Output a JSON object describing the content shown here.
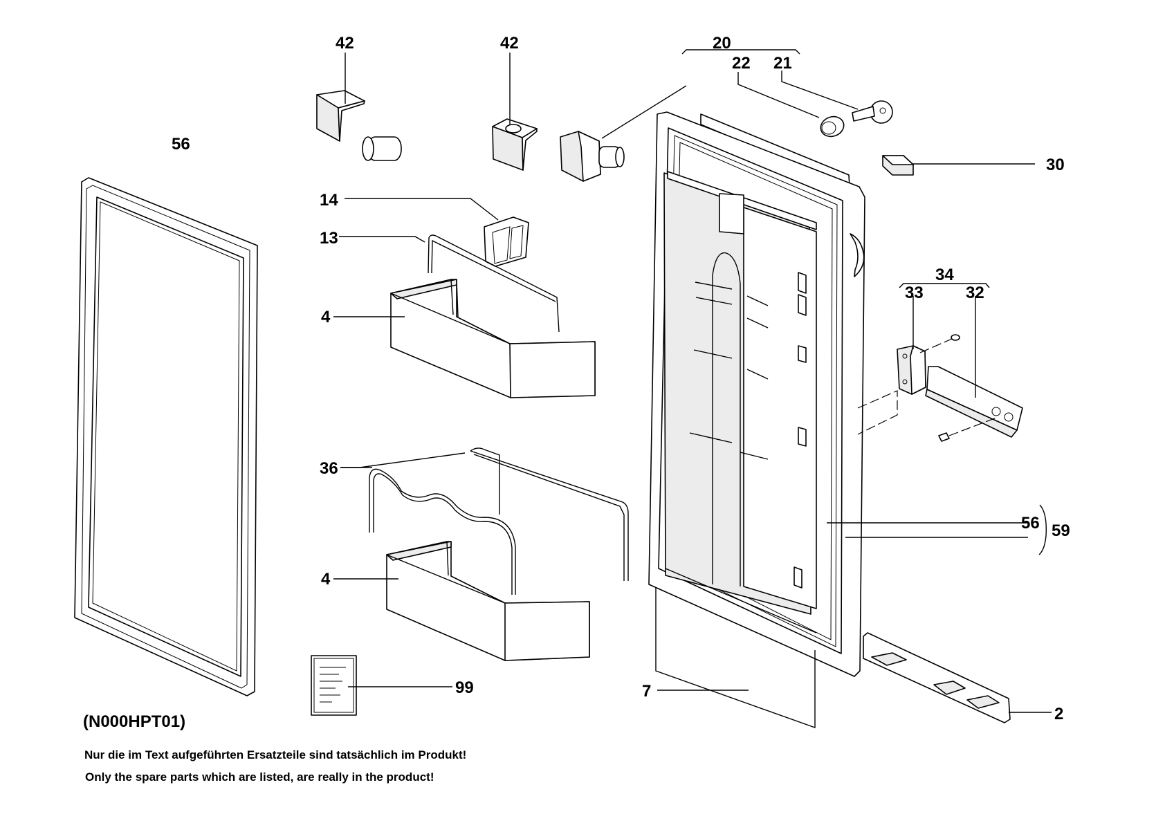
{
  "diagram": {
    "labels": [
      {
        "id": "lbl-42a",
        "text": "42"
      },
      {
        "id": "lbl-42b",
        "text": "42"
      },
      {
        "id": "lbl-20",
        "text": "20"
      },
      {
        "id": "lbl-22",
        "text": "22"
      },
      {
        "id": "lbl-21",
        "text": "21"
      },
      {
        "id": "lbl-56a",
        "text": "56"
      },
      {
        "id": "lbl-30",
        "text": "30"
      },
      {
        "id": "lbl-14",
        "text": "14"
      },
      {
        "id": "lbl-13",
        "text": "13"
      },
      {
        "id": "lbl-4a",
        "text": "4"
      },
      {
        "id": "lbl-34",
        "text": "34"
      },
      {
        "id": "lbl-33",
        "text": "33"
      },
      {
        "id": "lbl-32",
        "text": "32"
      },
      {
        "id": "lbl-36",
        "text": "36"
      },
      {
        "id": "lbl-56b",
        "text": "56"
      },
      {
        "id": "lbl-59",
        "text": "59"
      },
      {
        "id": "lbl-4b",
        "text": "4"
      },
      {
        "id": "lbl-99",
        "text": "99"
      },
      {
        "id": "lbl-7",
        "text": "7"
      },
      {
        "id": "lbl-2",
        "text": "2"
      }
    ],
    "drawing_code": "(N000HPT01)",
    "note_de": "Nur die im Text aufgeführten Ersatzteile sind tatsächlich im Produkt!",
    "note_en": "Only the spare parts which are listed, are really in the product!"
  }
}
